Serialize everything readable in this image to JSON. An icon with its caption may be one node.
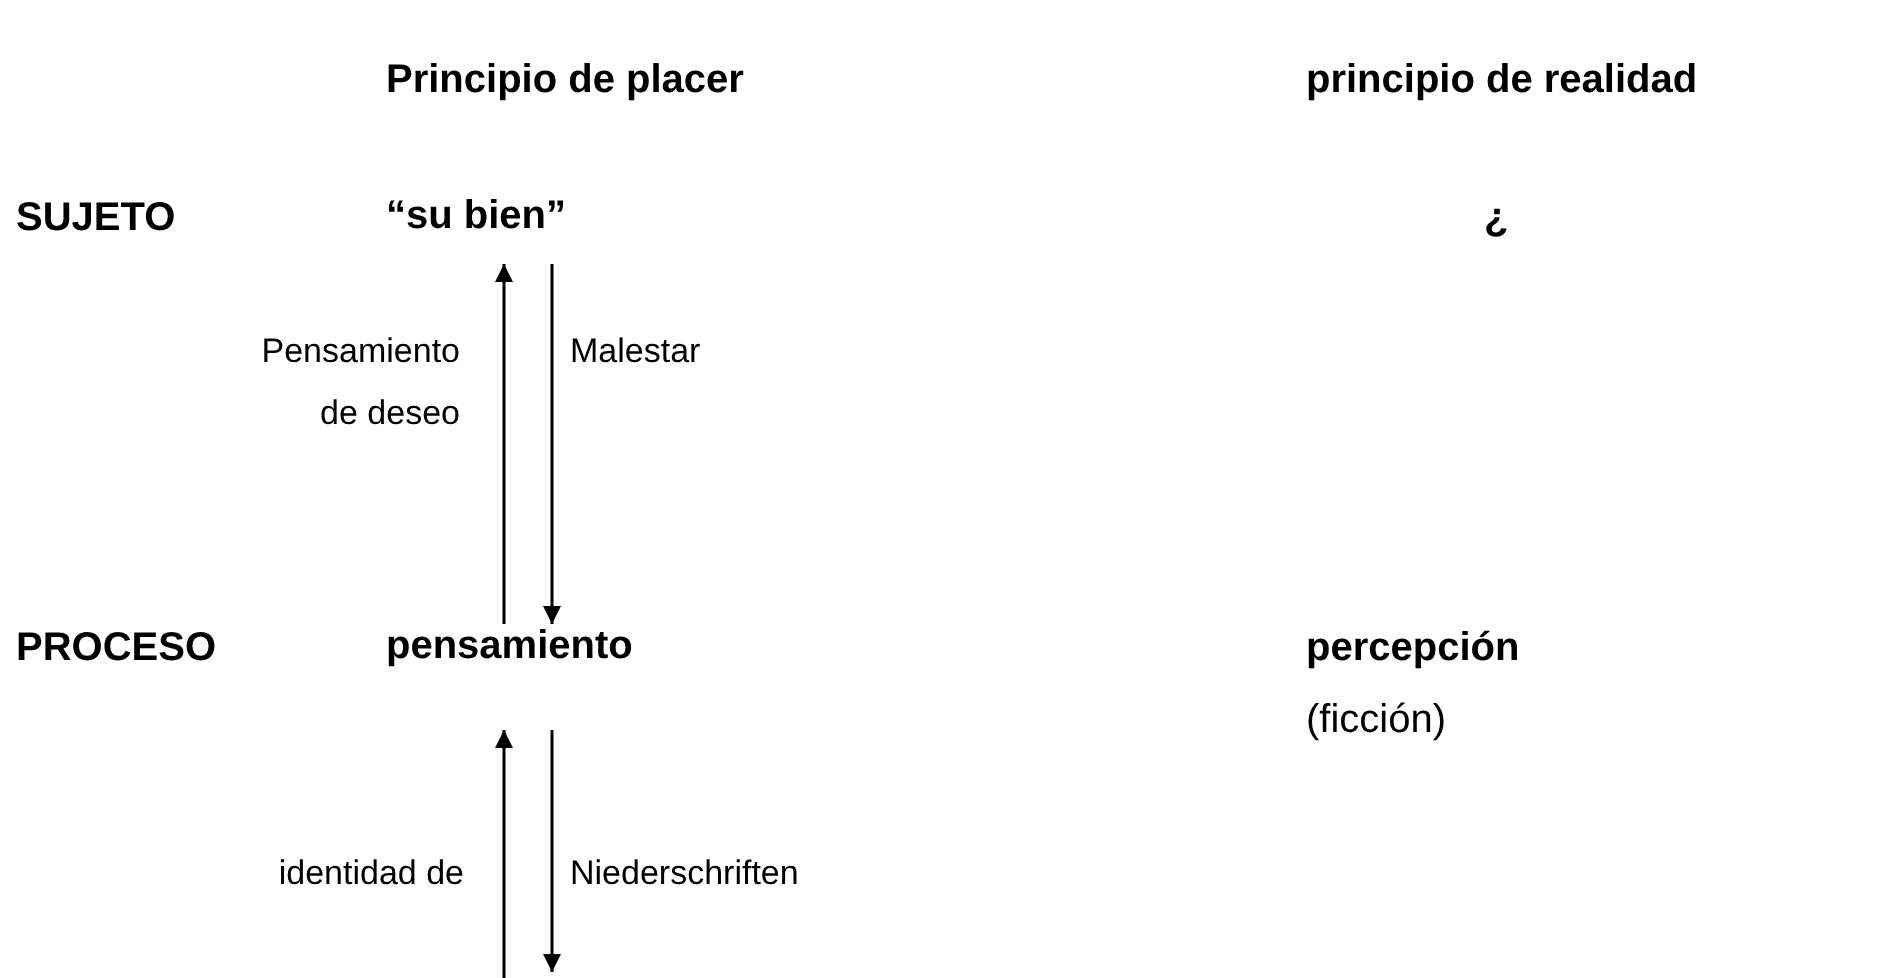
{
  "diagram": {
    "nodes": [
      {
        "text": [
          "“su bien”"
        ]
      },
      {
        "text": [
          "pensamiento"
        ]
      }
    ],
    "edges": [
      {
        "from": 1,
        "to": 0,
        "arrow": "to",
        "label": "Pensamiento de deseo"
      },
      {
        "from": 0,
        "to": 1,
        "arrow": "to",
        "label": "Malestar"
      },
      {
        "from": null,
        "to": 1,
        "arrow": "to",
        "label": "identidad de"
      },
      {
        "from": 1,
        "to": null,
        "arrow": "to",
        "label": "Niederschriften"
      }
    ],
    "labels": [
      "Principio de placer",
      "principio de realidad",
      "SUJETO",
      "¿",
      "PROCESO",
      "percepción",
      "(ficción)"
    ]
  }
}
